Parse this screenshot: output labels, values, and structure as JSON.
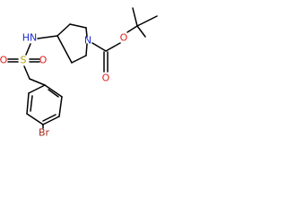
{
  "molecule": {
    "colors": {
      "bond": "#000000",
      "nitrogen": "#1f2bd1",
      "oxygen": "#e0201b",
      "sulfur": "#b8a400",
      "bromine": "#a5281c"
    },
    "atom_labels": {
      "nh": "HN",
      "s": "S",
      "o_sulfonyl_left": "O",
      "o_sulfonyl_right": "O",
      "n_ring": "N",
      "o_carbonyl": "O",
      "o_ester": "O",
      "br": "Br"
    }
  }
}
